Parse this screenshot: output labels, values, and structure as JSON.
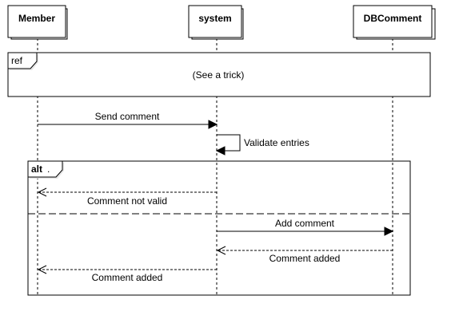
{
  "lifelines": [
    {
      "id": "member",
      "label": "Member"
    },
    {
      "id": "system",
      "label": "system"
    },
    {
      "id": "dbcomment",
      "label": "DBComment"
    }
  ],
  "ref_frame": {
    "kind": "ref",
    "text": "(See a trick)"
  },
  "alt_frame": {
    "kind": "alt",
    "guard": "."
  },
  "messages": [
    {
      "id": "send-comment",
      "label": "Send comment",
      "from": "member",
      "to": "system",
      "style": "sync"
    },
    {
      "id": "validate-entries",
      "label": "Validate entries",
      "from": "system",
      "to": "system",
      "style": "self"
    },
    {
      "id": "comment-not-valid",
      "label": "Comment not valid",
      "from": "system",
      "to": "member",
      "style": "reply"
    },
    {
      "id": "add-comment",
      "label": "Add comment",
      "from": "system",
      "to": "dbcomment",
      "style": "sync"
    },
    {
      "id": "comment-added-db",
      "label": "Comment added",
      "from": "dbcomment",
      "to": "system",
      "style": "reply"
    },
    {
      "id": "comment-added-member",
      "label": "Comment added",
      "from": "system",
      "to": "member",
      "style": "reply"
    }
  ]
}
